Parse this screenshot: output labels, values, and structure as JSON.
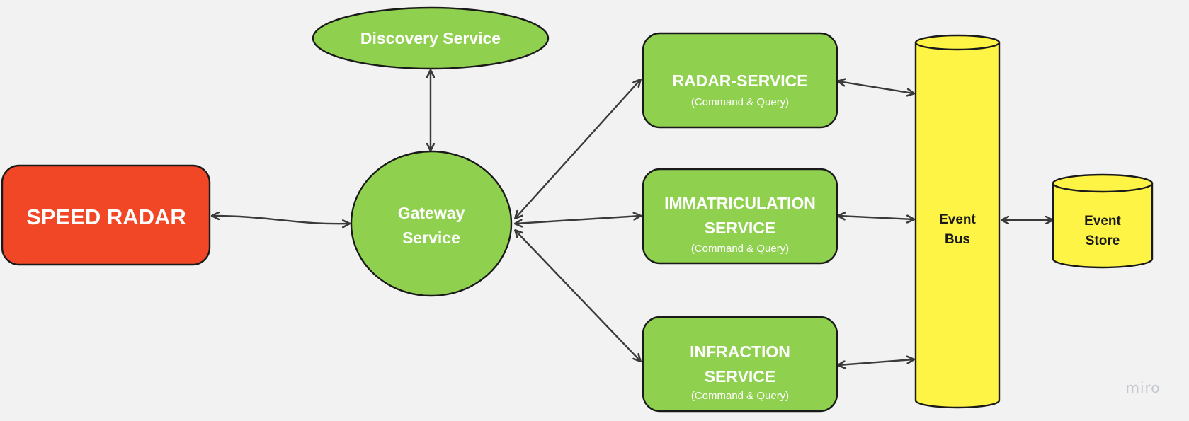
{
  "nodes": {
    "speed_radar": {
      "label": "SPEED RADAR"
    },
    "discovery": {
      "label": "Discovery Service"
    },
    "gateway": {
      "line1": "Gateway",
      "line2": "Service"
    },
    "radar_service": {
      "title": "RADAR-SERVICE",
      "subtitle": "(Command & Query)"
    },
    "immatriculation": {
      "line1": "IMMATRICULATION",
      "line2": "SERVICE",
      "subtitle": "(Command & Query)"
    },
    "infraction": {
      "line1": "INFRACTION",
      "line2": "SERVICE",
      "subtitle": "(Command & Query)"
    },
    "event_bus": {
      "line1": "Event",
      "line2": "Bus"
    },
    "event_store": {
      "line1": "Event",
      "line2": "Store"
    }
  },
  "watermark": "miro",
  "colors": {
    "background": "#f2f2f2",
    "speed_radar": "#f24726",
    "service_green": "#8fd14f",
    "event_yellow": "#fef445",
    "stroke": "#1a1a1a",
    "arrow": "#3a3a3a"
  },
  "edges": [
    {
      "from": "speed_radar",
      "to": "gateway",
      "direction": "both"
    },
    {
      "from": "discovery",
      "to": "gateway",
      "direction": "both"
    },
    {
      "from": "gateway",
      "to": "radar_service",
      "direction": "both"
    },
    {
      "from": "gateway",
      "to": "immatriculation",
      "direction": "both"
    },
    {
      "from": "gateway",
      "to": "infraction",
      "direction": "both"
    },
    {
      "from": "radar_service",
      "to": "event_bus",
      "direction": "both"
    },
    {
      "from": "immatriculation",
      "to": "event_bus",
      "direction": "both"
    },
    {
      "from": "infraction",
      "to": "event_bus",
      "direction": "both"
    },
    {
      "from": "event_bus",
      "to": "event_store",
      "direction": "both"
    }
  ]
}
